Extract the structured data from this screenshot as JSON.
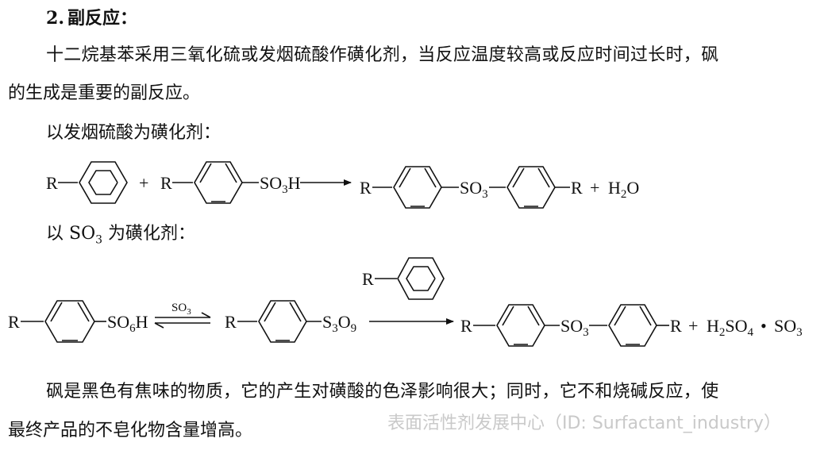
{
  "section": {
    "number": "2",
    "dot": ".",
    "title": "副反应："
  },
  "paragraph1": {
    "line1": "十二烷基苯采用三氧化硫或发烟硫酸作磺化剂，当反应温度较高或反应时间过长时，砜",
    "line2": "的生成是重要的副反应。"
  },
  "oleum_label": "以发烟硫酸为磺化剂：",
  "so3_label": {
    "prefix": "以 SO",
    "sub": "3",
    "suffix": " 为磺化剂："
  },
  "reaction1": {
    "reactant1_r": "R",
    "plus1": "+",
    "reactant2_r": "R",
    "reactant2_group": "SO",
    "reactant2_sub": "3",
    "reactant2_h": "H",
    "product_r_left": "R",
    "product_bridge": "SO",
    "product_bridge_sub": "3",
    "product_r_right": "R",
    "plus2": "+",
    "water": "H",
    "water_sub": "2",
    "water_o": "O"
  },
  "reaction2": {
    "reactant_r": "R",
    "reactant_group": "SO",
    "reactant_sub": "6",
    "reactant_h": "H",
    "equilibrium_reagent": "SO",
    "equilibrium_reagent_sub": "3",
    "intermediate_r": "R",
    "intermediate_s": "S",
    "intermediate_s_sub": "3",
    "intermediate_o": "O",
    "intermediate_o_sub": "9",
    "arrow_reagent_r": "R",
    "product_r_left": "R",
    "product_bridge": "SO",
    "product_bridge_sub": "3",
    "product_r_right": "R",
    "plus": "+",
    "acid_h": "H",
    "acid_h_sub": "2",
    "acid_so": "SO",
    "acid_so_sub": "4",
    "dot": "•",
    "so3": "SO",
    "so3_sub": "3"
  },
  "paragraph2": {
    "line1": "砜是黑色有焦味的物质，它的产生对磺酸的色泽影响很大；同时，它不和烧碱反应，使",
    "line2": "最终产品的不皂化物含量增高。"
  },
  "watermark": "表面活性剂发展中心（ID: Surfactant_industry）"
}
